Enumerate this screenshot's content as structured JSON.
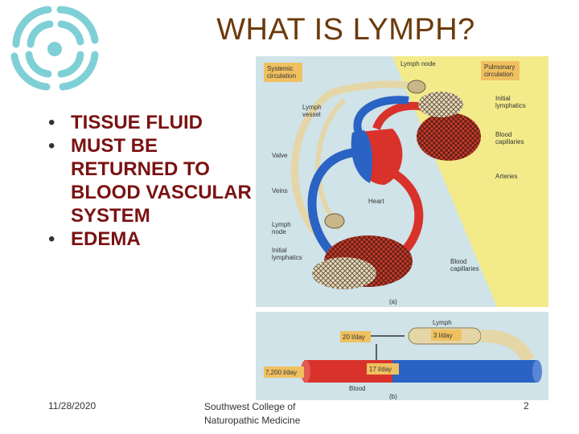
{
  "slide": {
    "title": "WHAT IS LYMPH?",
    "bullets": [
      "TISSUE FLUID",
      "MUST BE RETURNED TO BLOOD VASCULAR SYSTEM",
      "EDEMA"
    ]
  },
  "figure_a": {
    "labels": {
      "systemic": [
        "Systemic",
        "circulation"
      ],
      "lymph_node": "Lymph node",
      "pulmonary": [
        "Pulmonary",
        "circulation"
      ],
      "lymph_vessel": [
        "Lymph",
        "vessel"
      ],
      "initial_lymphatics_right": [
        "Initial",
        "lymphatics"
      ],
      "blood_capillaries_right": [
        "Blood",
        "capillaries"
      ],
      "valve": "Valve",
      "arteries": "Arteries",
      "veins": "Veins",
      "heart": "Heart",
      "lymph_node_left": [
        "Lymph",
        "node"
      ],
      "initial_lymphatics_left": [
        "Initial",
        "lymphatics"
      ],
      "blood_capillaries_bottom": [
        "Blood",
        "capillaries"
      ],
      "panel": "(a)"
    }
  },
  "figure_b": {
    "labels": {
      "lymph": "Lymph",
      "flow_lymph": "3 l/day",
      "flow_return": "20 l/day",
      "flow_total": "7,200 l/day",
      "flow_filtered": "17 l/day",
      "blood": "Blood",
      "panel": "(b)"
    }
  },
  "footer": {
    "date": "11/28/2020",
    "org_line1": "Southwest College of",
    "org_line2": "Naturopathic Medicine",
    "page_number": "2"
  },
  "colors": {
    "title": "#6b3a0a",
    "bullet_text": "#7a1212",
    "logo": "#7fd0d6",
    "figure_bg_left": "#cfe3e8",
    "figure_bg_right": "#f3eb8a",
    "artery_red": "#d9322b",
    "vein_blue": "#2a63c4",
    "lymph_tan": "#e5d6a8"
  }
}
